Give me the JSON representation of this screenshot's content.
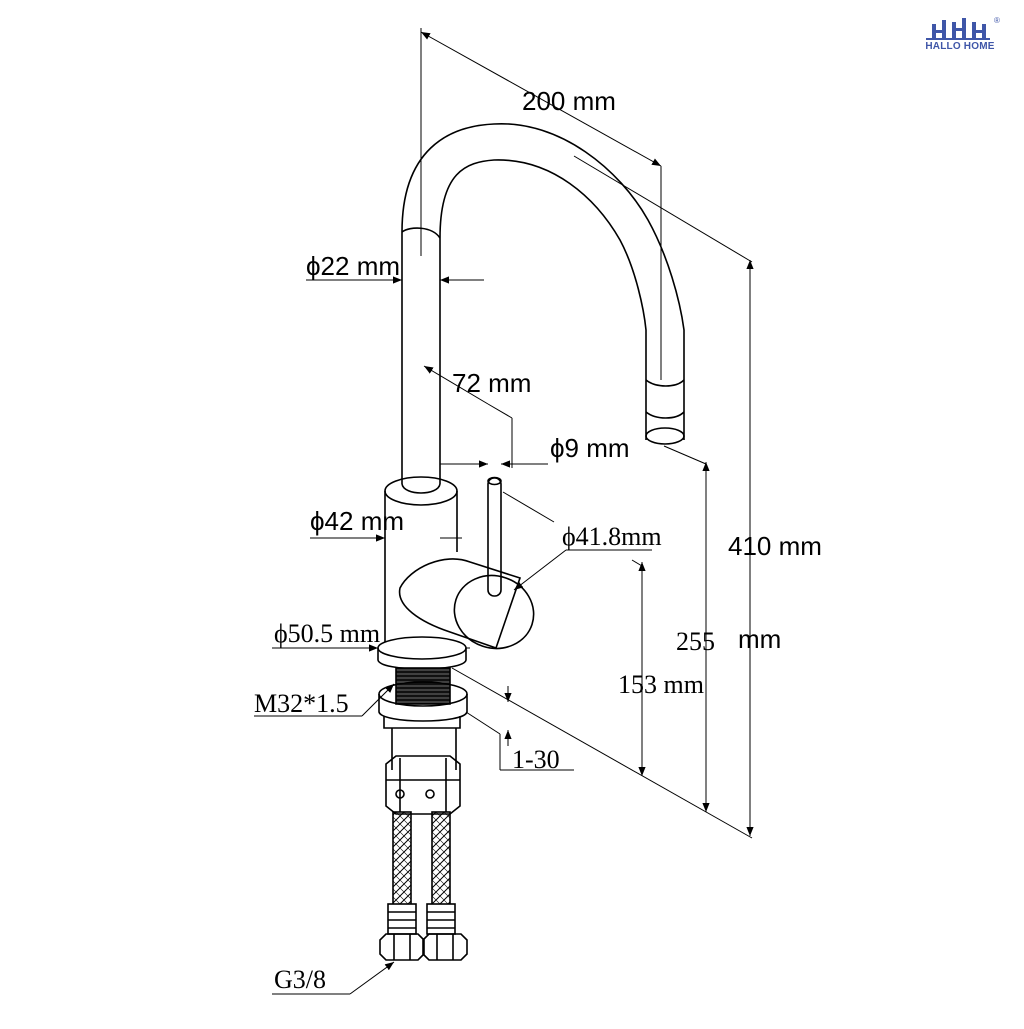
{
  "brand": {
    "name": "HALLO HOME",
    "logo": "hh-logo",
    "registered": "®",
    "color": "#3f56a8"
  },
  "dimensions": {
    "spout_reach": "200 mm",
    "tube_diameter": "ϕ22 mm",
    "handle_offset": "72 mm",
    "lever_diameter": "ϕ9  mm",
    "body_diameter": "ϕ42 mm",
    "handle_diameter": "ϕ41.8mm",
    "total_height": "410 mm",
    "spout_height_value": "255",
    "spout_height_unit": "mm",
    "base_diameter": "ϕ50.5 mm",
    "body_height": "153 mm",
    "thread": "M32*1.5",
    "deck_thickness": "1-30",
    "hose_connector": "G3/8"
  }
}
